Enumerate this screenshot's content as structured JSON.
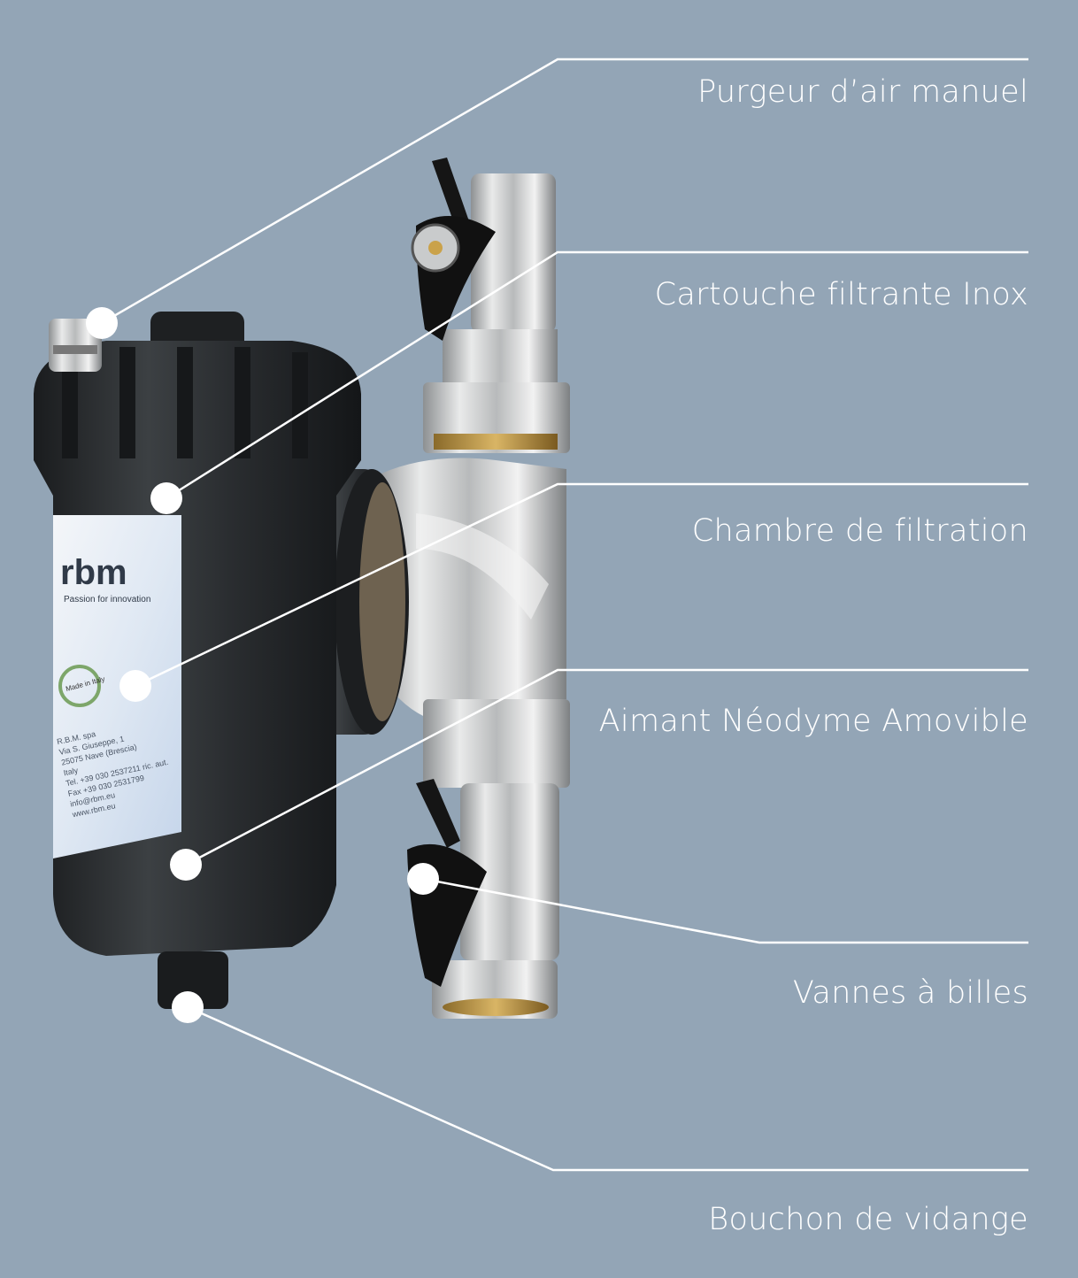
{
  "callouts": [
    {
      "label": "Purgeur d’air manuel"
    },
    {
      "label": "Cartouche filtrante Inox"
    },
    {
      "label": "Chambre de filtration"
    },
    {
      "label": "Aimant Néodyme Amovible"
    },
    {
      "label": "Vannes à billes"
    },
    {
      "label": "Bouchon de vidange"
    }
  ],
  "product": {
    "brand": "rbm",
    "tagline": "Passion for innovation",
    "seal": "Made in Italy",
    "address": [
      "R.B.M. spa",
      "Via S. Giuseppe, 1",
      "25075 Nave (Brescia)",
      "Italy",
      "Tel. +39 030 2537211 ric. aut.",
      "Fax +39 030 2531799",
      "info@rbm.eu",
      "www.rbm.eu"
    ]
  },
  "colors": {
    "background": "#93a5b6",
    "leader": "#ffffff",
    "body": "#26292c",
    "metal": "#c9cbcc"
  }
}
